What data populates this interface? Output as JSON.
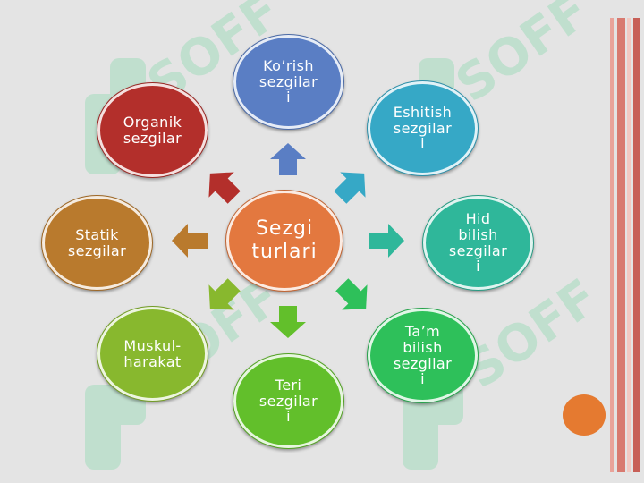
{
  "diagram": {
    "center": {
      "label": "Sezgi\nturlari",
      "color": "#e3783f"
    },
    "nodes": [
      {
        "id": "korish",
        "label": "Ko’rish\nsezgilar\ni",
        "color": "#5a7ec4"
      },
      {
        "id": "eshitish",
        "label": "Eshitish\nsezgilar\ni",
        "color": "#36a8c6"
      },
      {
        "id": "hid",
        "label": "Hid\nbilish\nsezgilar\ni",
        "color": "#2fb79a"
      },
      {
        "id": "tam",
        "label": "Ta’m\nbilish\nsezgilar\ni",
        "color": "#2ec05a"
      },
      {
        "id": "teri",
        "label": "Teri\nsezgilar\ni",
        "color": "#62bf2b"
      },
      {
        "id": "muskul",
        "label": "Muskul-\nharakat",
        "color": "#88b82e"
      },
      {
        "id": "statik",
        "label": "Statik\nsezgilar",
        "color": "#b97a2d"
      },
      {
        "id": "organik",
        "label": "Organik\nsezgilar",
        "color": "#b32f2b"
      }
    ]
  },
  "watermark": {
    "text": "SOFF",
    "color": "#7fd6a8"
  },
  "decor": {
    "stripe_colors": [
      "#e9a39a",
      "#d87a70",
      "#f2c9c2",
      "#c75f57"
    ],
    "dot_color": "#e57a30"
  }
}
